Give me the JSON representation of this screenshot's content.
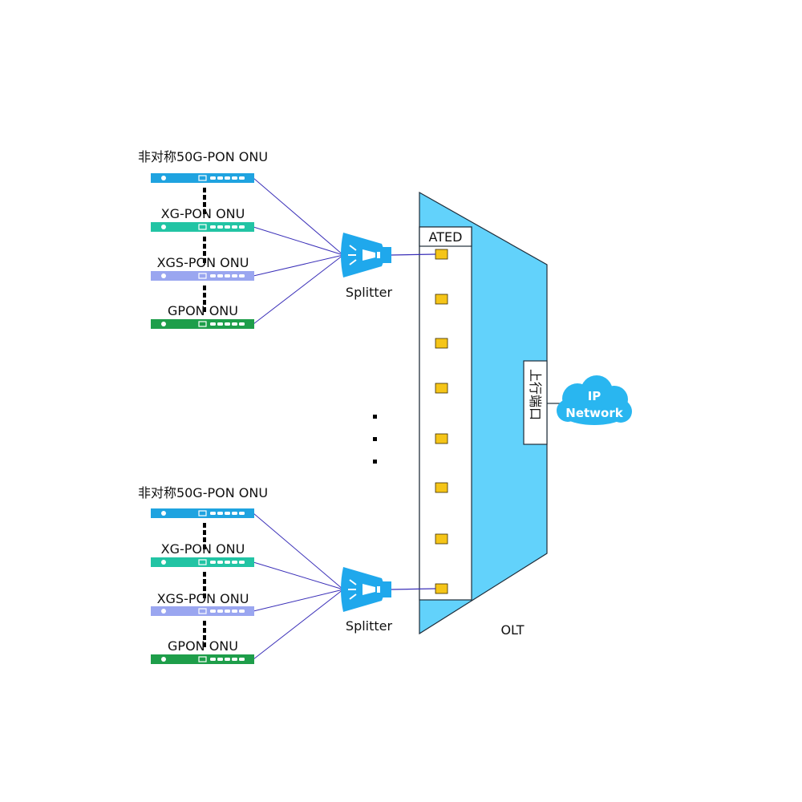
{
  "colors": {
    "olt": "#62d2fb",
    "olt_stroke": "#1f2d3a",
    "port": "#f5c518",
    "link": "#3a2fb8",
    "splitter": "#1fa8ec",
    "cloud": "#29b6f0",
    "onu_colors": [
      "#1fa3e0",
      "#22c4a4",
      "#9aa6f0",
      "#1e9e4a"
    ]
  },
  "groups": [
    {
      "onus": [
        {
          "label": "非对称50G-PON ONU",
          "type": "asym50g"
        },
        {
          "label": "XG-PON ONU",
          "type": "xgpon"
        },
        {
          "label": "XGS-PON ONU",
          "type": "xgspon"
        },
        {
          "label": "GPON ONU",
          "type": "gpon"
        }
      ],
      "splitter_label": "Splitter"
    },
    {
      "onus": [
        {
          "label": "非对称50G-PON ONU",
          "type": "asym50g"
        },
        {
          "label": "XG-PON ONU",
          "type": "xgpon"
        },
        {
          "label": "XGS-PON ONU",
          "type": "xgspon"
        },
        {
          "label": "GPON ONU",
          "type": "gpon"
        }
      ],
      "splitter_label": "Splitter"
    }
  ],
  "olt": {
    "label": "OLT",
    "ated_label": "ATED",
    "port_count": 8,
    "uplink_label": "上行端口"
  },
  "network": {
    "line1": "IP",
    "line2": "Network"
  }
}
